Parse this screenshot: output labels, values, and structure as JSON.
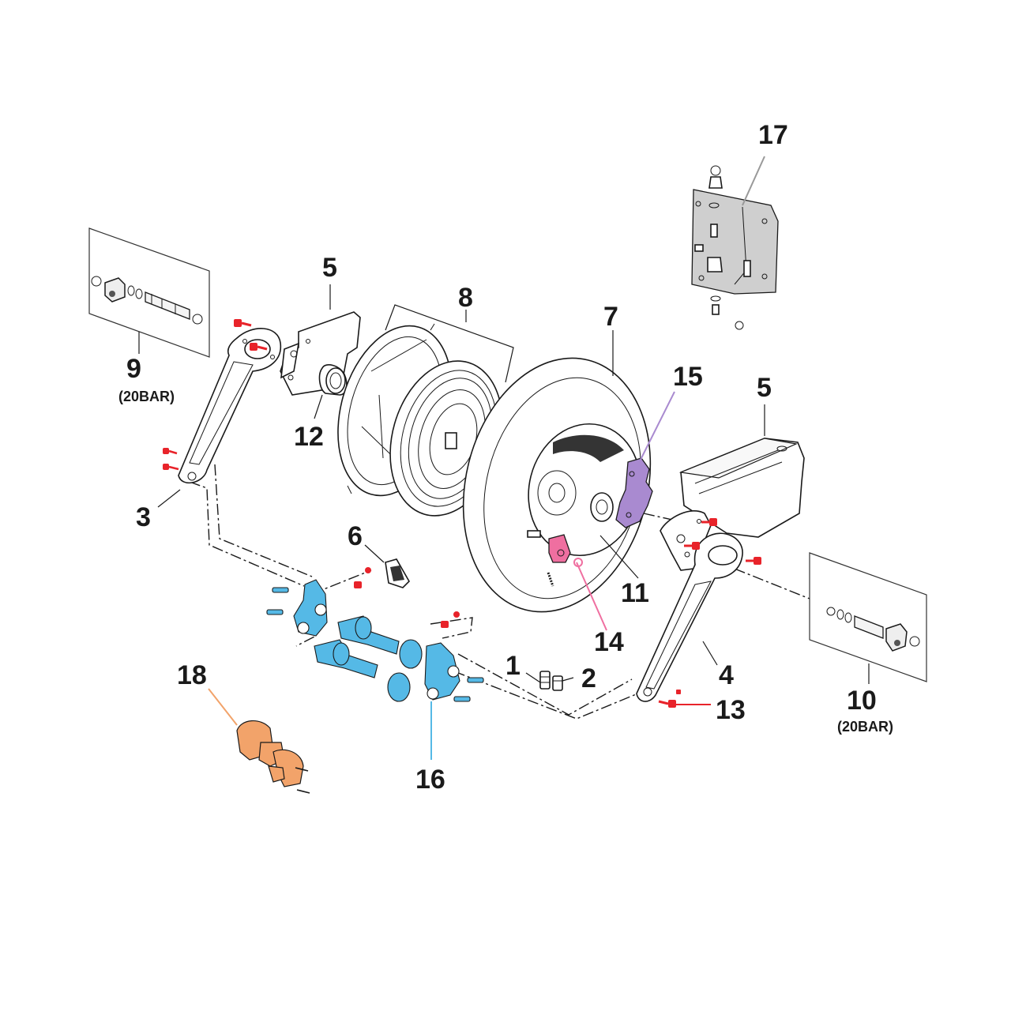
{
  "callouts": {
    "c1": "1",
    "c2": "2",
    "c3": "3",
    "c4": "4",
    "c5a": "5",
    "c5b": "5",
    "c6": "6",
    "c7": "7",
    "c8": "8",
    "c9": "9",
    "c9_sub": "(20BAR)",
    "c10": "10",
    "c10_sub": "(20BAR)",
    "c11": "11",
    "c12": "12",
    "c13": "13",
    "c14": "14",
    "c15": "15",
    "c16": "16",
    "c17": "17",
    "c18": "18"
  },
  "colors": {
    "fastener_red": "#e8232a",
    "kit_blue": "#55b9e6",
    "latch_pink": "#ef6fa0",
    "ratchet_purple": "#a98ad0",
    "kit_orange": "#f2a36a",
    "bracket_gray": "#cfcfcf",
    "leader_gray": "#999999"
  }
}
